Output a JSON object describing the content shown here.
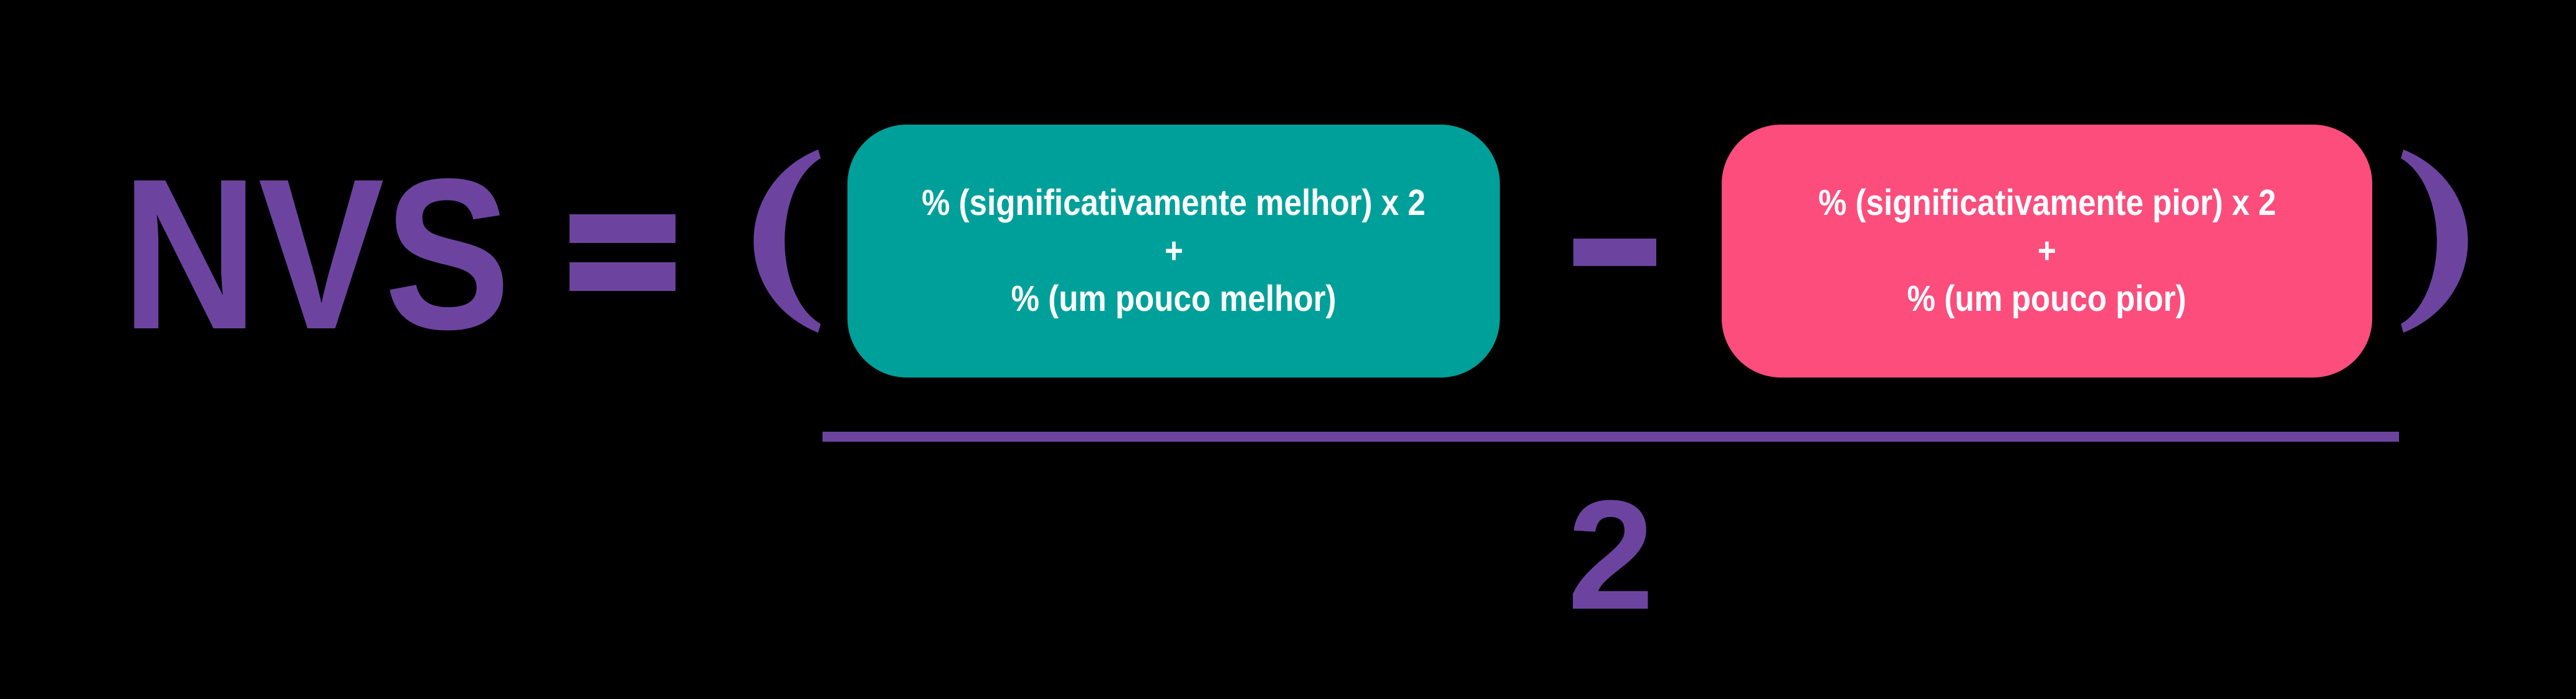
{
  "colors": {
    "background": "#000000",
    "purple": "#6C44A0",
    "teal": "#00A09A",
    "pink": "#FC4D7D",
    "text-white": "#FFFFFF"
  },
  "formula": {
    "name": "NVS",
    "equals_symbol": "=",
    "open_paren_symbol": "(",
    "close_paren_symbol": ")",
    "minus_symbol": "−",
    "denominator": "2",
    "better_box": {
      "line1": "% (significativamente melhor) x 2",
      "plus": "+",
      "line2": "% (um pouco melhor)"
    },
    "worse_box": {
      "line1": "% (significativamente pior) x 2",
      "plus": "+",
      "line2": "% (um pouco pior)"
    }
  }
}
